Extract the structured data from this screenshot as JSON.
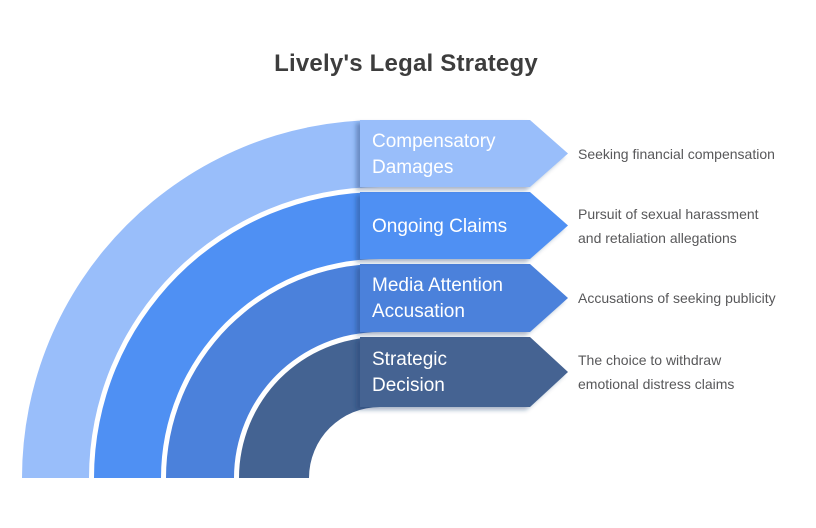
{
  "title": "Lively's Legal Strategy",
  "diagram": {
    "bands": [
      {
        "label": "Compensatory Damages",
        "description": "Seeking financial compensation",
        "color": "#99BEFA"
      },
      {
        "label": "Ongoing Claims",
        "description": "Pursuit of sexual harassment and retaliation allegations",
        "color": "#4F90F3"
      },
      {
        "label": "Media Attention Accusation",
        "description": "Accusations of seeking publicity",
        "color": "#4B81DB"
      },
      {
        "label": "Strategic Decision",
        "description": "The choice to withdraw emotional distress claims",
        "color": "#446392"
      }
    ]
  }
}
